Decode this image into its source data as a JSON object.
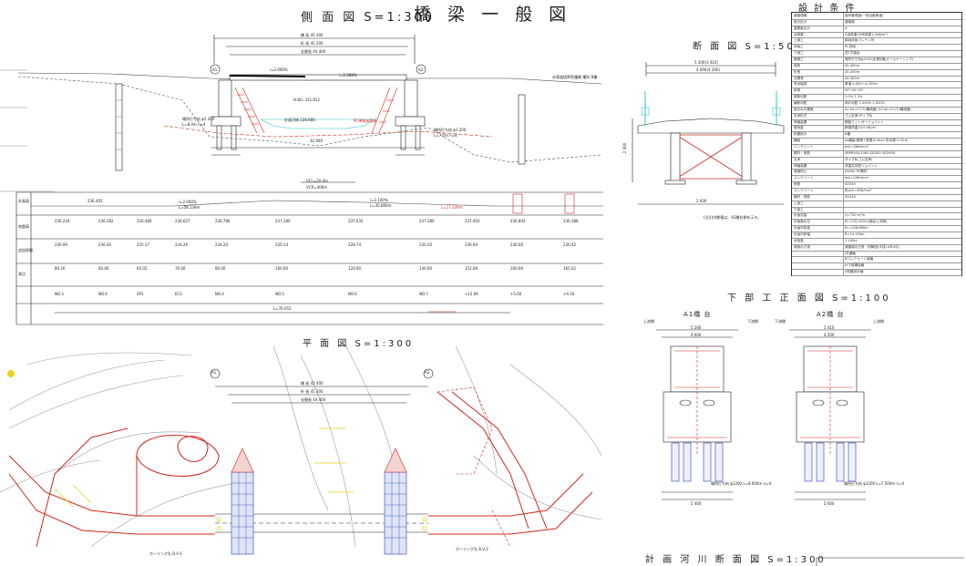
{
  "titles": {
    "main": "橋 梁 一 般 図",
    "side_view": "側 面 図  S=1:300",
    "section": "断 面 図  S=1:50",
    "plan": "平 面 図  S=1:300",
    "substructure": "下 部 工 正 面 図  S=1:100",
    "a1": "A1橋 台",
    "a2": "A2橋 台",
    "river": "計 画 河 川 断 面 図  S=1:300",
    "conditions": "設 計 条 件"
  },
  "dims": {
    "length_total": "橋 長 45 400",
    "girder_length": "桁 長 45 200",
    "span_length": "支間長 44 400",
    "sec_width": "5 200(3 410)",
    "sec_width2": "4 000(4 200)",
    "sec_bottom": "2 000",
    "sec_side": "2 600",
    "a1_w": "5 200",
    "a1_w2": "4 600",
    "a2_w": "5 410",
    "a2_w2": "4 200",
    "grade_l": "i=2.000%",
    "grade_r": "i=2.288%",
    "hwl": "H.W.L 231.652",
    "river_bed": "計画河床 228.680",
    "pile_a1": "場所打ち杭 φ1 200",
    "pile_a1_l": "L=8.0m n=4",
    "pile_a2": "場所打ち杭 φ1 200",
    "pile_a2_l": "L=7.5m n=4",
    "span_bottom": "32 000",
    "vcl": "VCL=20.0m",
    "vcr": "VCR=400m",
    "plan_len": "橋 長 45 400",
    "plan_girder": "桁 長 45 200",
    "plan_span": "支間長 44 400",
    "note": "(注)()内数値は、A2橋台側を示す。",
    "a1_pile_note": "場所打ち杭 φ1200 L=8.000m n=4",
    "a2_pile_note": "場所打ち杭 φ1200 L=7.500m n=4",
    "a1_total": "5 400",
    "a2_total": "5 600"
  },
  "labels": {
    "a1": "A1",
    "a2": "A2",
    "up": "上流側",
    "down": "下流側",
    "boring1": "ボーリング孔 B.V-1",
    "boring2": "ボーリング孔 B.V-2",
    "guard": "歩車道境界防護柵 種別 B種",
    "girder_type": "PC単純床版橋"
  },
  "profile_rows": [
    {
      "label": "計画高",
      "values": [
        "236.224",
        "236.392",
        "236.466",
        "236.627",
        "236.780",
        "237.280",
        "237.632",
        "237.280",
        "237.003",
        "236.802",
        "236.388"
      ]
    },
    {
      "label": "地盤高",
      "values": [
        "236.90",
        "236.40",
        "235.17",
        "234.26",
        "234.20",
        "230.14",
        "228.74",
        "230.20",
        "236.94",
        "236.00",
        "236.42"
      ]
    },
    {
      "label": "追加距離",
      "values": [
        "80.16",
        "60.00",
        "65.02",
        "70.00",
        "80.00",
        "100.00",
        "120.00",
        "140.00",
        "152.06",
        "160.00",
        "165.02"
      ]
    },
    {
      "label": "測点",
      "values": [
        "NO.3",
        "NO.4",
        "SP1",
        "EC1",
        "NO.4",
        "NO.5",
        "NO.6",
        "NO.7",
        "+12.06",
        "+5.00",
        "+4.16"
      ]
    }
  ],
  "profile_header": {
    "slopes": [
      "i=2.000%",
      "L=58.139m",
      "i=2.100%",
      "L=30.800m",
      "L=17.339m"
    ],
    "elev": "236.402",
    "curve": "L=76.053"
  },
  "conditions": [
    {
      "k": "道路規格",
      "v": "森林管理道(一般自動車道)"
    },
    {
      "k": "設計区分",
      "v": "道路橋"
    },
    {
      "k": "重要度区分",
      "v": "A"
    },
    {
      "k": "活荷重",
      "v": "A活荷重(分布荷重1.0kN/m²)"
    },
    {
      "k": "上部工",
      "v": "単純床版プレテン桁"
    },
    {
      "k": "床版工",
      "v": "RC床版"
    },
    {
      "k": "下部工",
      "v": "逆T式橋台"
    },
    {
      "k": "基礎工",
      "v": "場所打ち杭φ1200(全周回転オールケーシング)"
    },
    {
      "k": "橋長",
      "v": "45.400m"
    },
    {
      "k": "桁長",
      "v": "45.200m"
    },
    {
      "k": "支間長",
      "v": "44.400m"
    },
    {
      "k": "有効幅員",
      "v": "車道 4.000～4.200m"
    },
    {
      "k": "斜角",
      "v": "90° 00' 00\""
    },
    {
      "k": "縦断勾配",
      "v": "2.0% 2.3%"
    },
    {
      "k": "横断勾配",
      "v": "両片勾配 2.000% 2.000%"
    },
    {
      "k": "設計水平震度",
      "v": "A1 kh=0.17(Ⅰ種地盤) A2 kh=0.17(Ⅰ種地盤)"
    },
    {
      "k": "支承形式",
      "v": "ゴム支承(タイプB)"
    },
    {
      "k": "伸縮装置",
      "v": "鋼製フィンガージョイント"
    },
    {
      "k": "雪荷重",
      "v": "積雪荷重10.0 kN/m²"
    },
    {
      "k": "耐震設計",
      "v": "B種"
    },
    {
      "k": "舗装",
      "v": "As舗装(基層+表層)t=8cm 防水層 t=5cm"
    },
    {
      "k": "コンクリート",
      "v": "σck=36N/mm²"
    },
    {
      "k": "鋼材・鉄筋",
      "v": "SBPR930/1080 SD345 SD295A"
    },
    {
      "k": "支承",
      "v": "タイプB(ゴム支承)"
    },
    {
      "k": "伸縮装置",
      "v": "荷重支持型ジョイント"
    },
    {
      "k": "落橋防止",
      "v": "SS400 PC鋼材"
    },
    {
      "k": "コンクリート",
      "v": "σck=24N/mm²"
    },
    {
      "k": "鉄筋",
      "v": "SD345"
    },
    {
      "k": "コンクリート",
      "v": "杭σck=30N/mm²"
    },
    {
      "k": "鋼材・鉄筋",
      "v": "SD345"
    },
    {
      "k": "上部工",
      "v": ""
    },
    {
      "k": "下部工",
      "v": ""
    },
    {
      "k": "計画流量",
      "v": "Q=720 m³/s"
    },
    {
      "k": "計画高水位",
      "v": "EL=231.652m(橋台上流端)"
    },
    {
      "k": "計画河床高",
      "v": "EL=228.680m"
    },
    {
      "k": "計画河床幅",
      "v": "B=14.100m"
    },
    {
      "k": "余裕高",
      "v": "1.100m"
    },
    {
      "k": "適用示方書",
      "v": "道路橋示方書・同解説(平成14年3月)"
    },
    {
      "k": "",
      "v": "Ⅰ共通編"
    },
    {
      "k": "",
      "v": "Ⅲコンクリート橋編"
    },
    {
      "k": "",
      "v": "Ⅳ下部構造編"
    },
    {
      "k": "",
      "v": "Ⅴ耐震設計編"
    }
  ],
  "colors": {
    "line": "#222222",
    "red": "#d0281e",
    "blue": "#2a3fb8",
    "cyan": "#33c2cc",
    "yellow": "#e8d21a",
    "grey": "#8a8a8a"
  }
}
